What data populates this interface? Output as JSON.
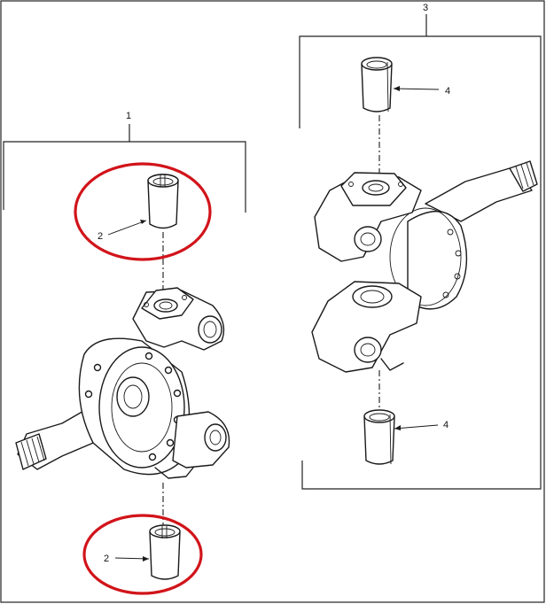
{
  "callouts": {
    "assembly_1": "1",
    "assembly_3": "3",
    "bushing_2_top": "2",
    "bushing_2_bottom": "2",
    "bushing_4_top": "4",
    "bushing_4_bottom": "4"
  },
  "colors": {
    "highlight": "#d1141a",
    "line_art": "#1a1a1a",
    "background": "#ffffff"
  }
}
